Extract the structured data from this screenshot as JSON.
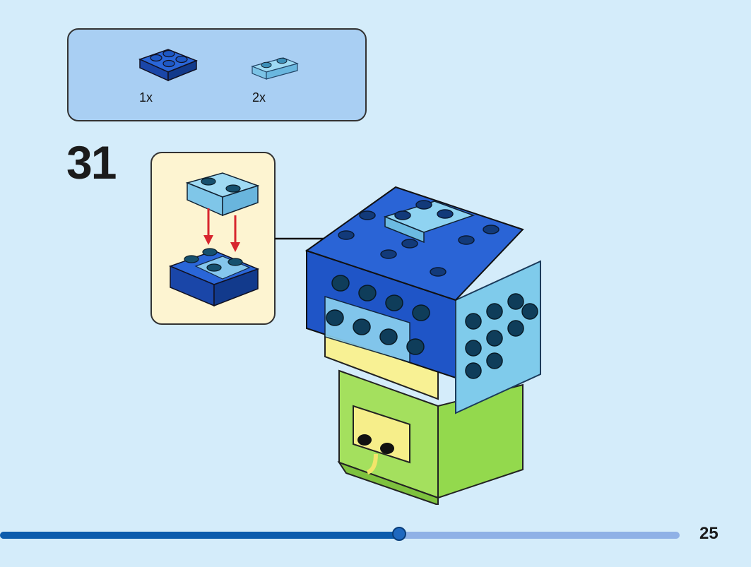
{
  "parts_list": {
    "items": [
      {
        "name": "blue-2x2-plate",
        "color": "#1f55c7",
        "quantity": "1x"
      },
      {
        "name": "trans-light-blue-1x2-plate",
        "color": "#8fd3f0",
        "quantity": "2x"
      }
    ]
  },
  "step": {
    "number": "31"
  },
  "callout": {
    "arrow_color": "#d7262e"
  },
  "page": {
    "number": "25",
    "progress_percent": 58.7
  },
  "colors": {
    "background": "#d4ecfa",
    "parts_box": "#a9cff3",
    "callout_box": "#fdf4d1",
    "progress_fill": "#0c5cad",
    "progress_track": "#8fb1e6"
  }
}
